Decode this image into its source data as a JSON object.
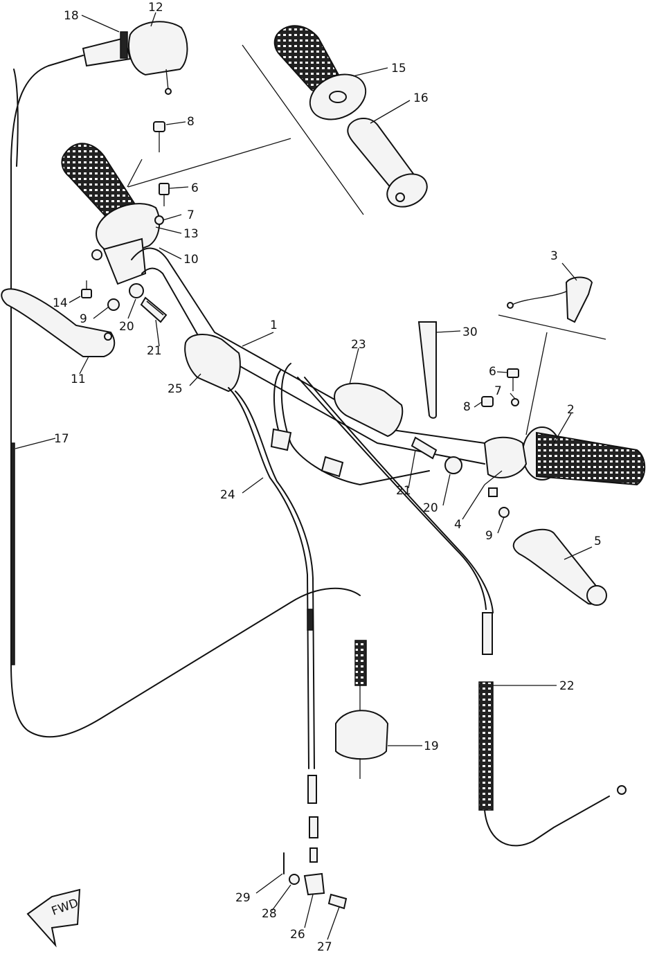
{
  "labels": {
    "p1": "1",
    "p2": "2",
    "p3": "3",
    "p4": "4",
    "p5": "5",
    "p6a": "6",
    "p6b": "6",
    "p7a": "7",
    "p7b": "7",
    "p8a": "8",
    "p8b": "8",
    "p9a": "9",
    "p9b": "9",
    "p10": "10",
    "p11": "11",
    "p12": "12",
    "p13": "13",
    "p14": "14",
    "p15": "15",
    "p16": "16",
    "p17": "17",
    "p18": "18",
    "p19": "19",
    "p20a": "20",
    "p20b": "20",
    "p21a": "21",
    "p21b": "21",
    "p22": "22",
    "p23": "23",
    "p24": "24",
    "p25": "25",
    "p26": "26",
    "p27": "27",
    "p28": "28",
    "p29": "29",
    "p30": "30"
  },
  "fwd_label": "FWD"
}
